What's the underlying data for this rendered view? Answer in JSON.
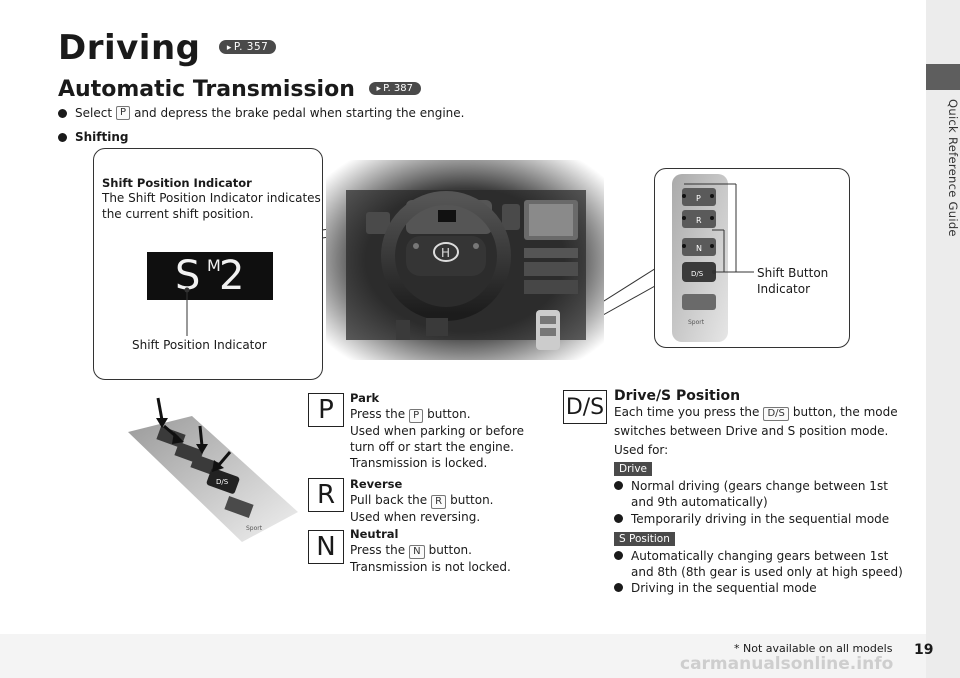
{
  "side": {
    "label": "Quick Reference Guide"
  },
  "header": {
    "title": "Driving",
    "title_ref": "P. 357",
    "subtitle": "Automatic Transmission",
    "subtitle_ref": "P. 387"
  },
  "intro": {
    "select_pre": "Select",
    "select_key": "P",
    "select_post": "and depress the brake pedal when starting the engine.",
    "shifting": "Shifting"
  },
  "callout_left": {
    "title": "Shift Position Indicator",
    "text": "The Shift Position Indicator indicates the current shift position.",
    "display_s": "S",
    "display_m": "M",
    "display_2": "2",
    "bottom_label": "Shift Position Indicator"
  },
  "callout_right": {
    "label": "Shift Button Indicator"
  },
  "positions": [
    {
      "key": "P",
      "title": "Park",
      "line1_pre": "Press the",
      "line1_key": "P",
      "line1_post": "button.",
      "desc": "Used when parking or before turn off or start the engine. Transmission is locked."
    },
    {
      "key": "R",
      "title": "Reverse",
      "line1_pre": "Pull back the",
      "line1_key": "R",
      "line1_post": "button.",
      "desc": "Used when reversing."
    },
    {
      "key": "N",
      "title": "Neutral",
      "line1_pre": "Press the",
      "line1_key": "N",
      "line1_post": "button.",
      "desc": "Transmission is not locked."
    }
  ],
  "drive": {
    "key": "D/S",
    "title": "Drive/S Position",
    "body_pre": "Each time you press the",
    "body_key": "D/S",
    "body_post": "button, the mode switches between Drive and S position mode. Used for:",
    "tag_drive": "Drive",
    "drive_items": [
      "Normal driving (gears change between 1st and 9th automatically)",
      "Temporarily driving in the sequential mode"
    ],
    "tag_s": "S Position",
    "s_items": [
      "Automatically changing gears between 1st and 8th (8th gear is used only at high speed)",
      "Driving in the sequential mode"
    ]
  },
  "footer": {
    "note": "* Not available on all models",
    "page": "19",
    "watermark": "carmanualsonline.info"
  }
}
